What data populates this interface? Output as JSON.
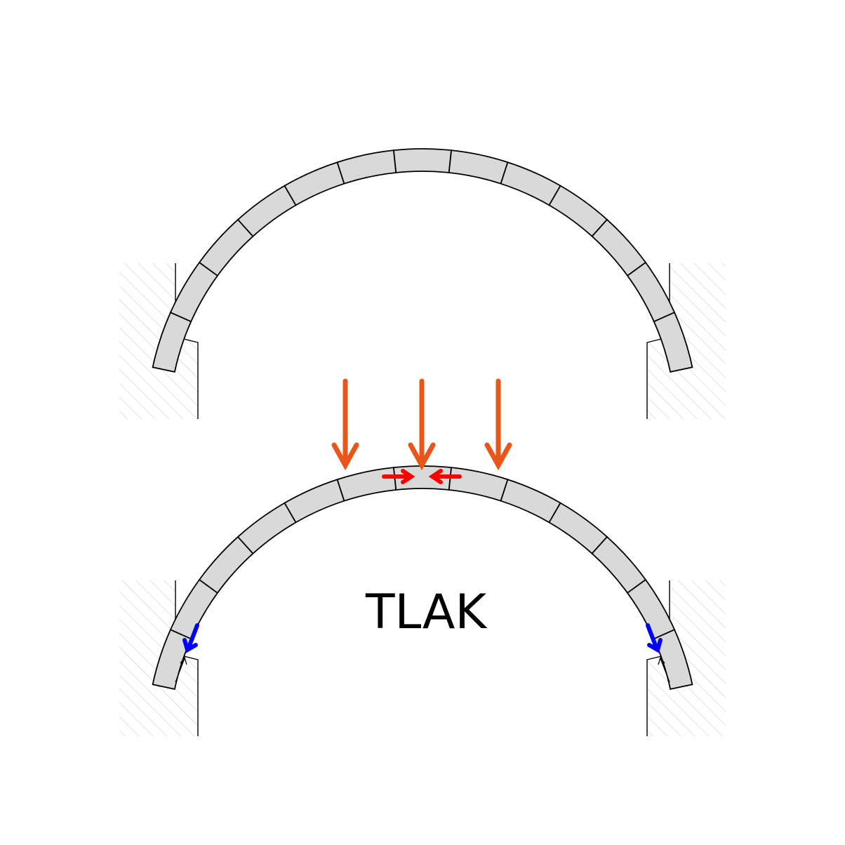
{
  "label": "TLAK",
  "colors": {
    "background": "#ffffff",
    "voussoir_fill": "#d9d9d9",
    "outline": "#000000",
    "hatch": "#cfcfcf",
    "load_arrow": "#e8561a",
    "compression_arrow": "#ff0000",
    "thrust_arrow": "#0000ff"
  },
  "diagrams": [
    {
      "id": "unloaded-arch",
      "voussoir_count": 13,
      "loads": false
    },
    {
      "id": "loaded-arch",
      "voussoir_count": 13,
      "loads": true,
      "load_arrow_count": 3
    }
  ]
}
